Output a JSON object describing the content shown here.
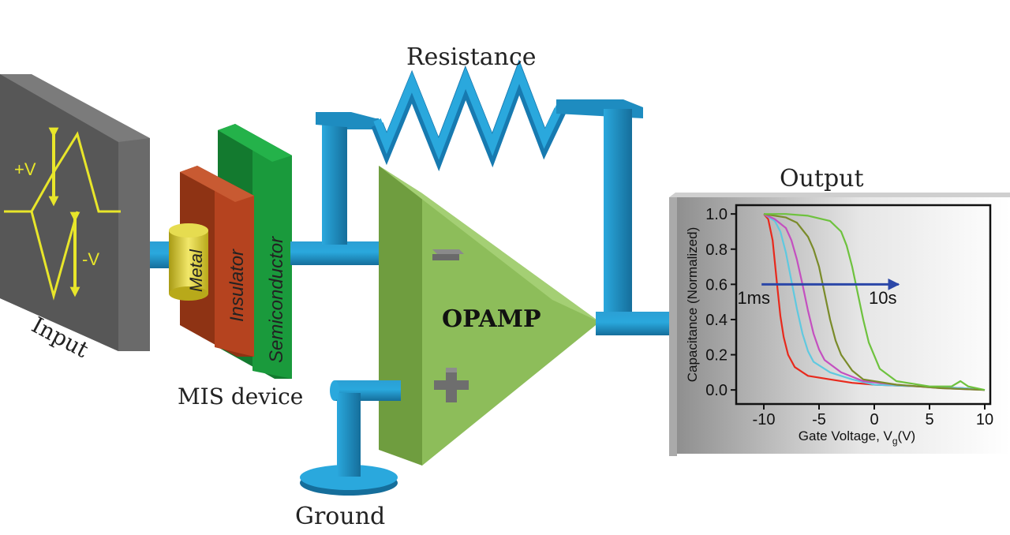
{
  "labels": {
    "resistance": "Resistance",
    "output": "Output",
    "input": "Input",
    "mis_device": "MIS device",
    "ground": "Ground",
    "opamp": "OPAMP",
    "metal": "Metal",
    "insulator": "Insulator",
    "semiconductor": "Semiconductor",
    "plus_v": "+V",
    "minus_v": "-V",
    "minus_sign": "-",
    "plus_sign": "+"
  },
  "colors": {
    "pipe": "#1e9ad1",
    "opamp": "#8dbd5a",
    "insulator": "#b5431f",
    "semiconductor": "#1a9a3c",
    "metal": "#d8cc2a",
    "input_panel": "#555555",
    "signal": "#e8e62a"
  },
  "chart_data": {
    "type": "line",
    "xlabel": "Gate Voltage, V",
    "xlabel_sub": "g",
    "xlabel_suffix": "(V)",
    "ylabel": "Capacitance (Normalized)",
    "xlim": [
      -12.5,
      10.5
    ],
    "ylim": [
      -0.08,
      1.05
    ],
    "xticks": [
      -10,
      -5,
      0,
      5,
      10
    ],
    "yticks": [
      0.0,
      0.2,
      0.4,
      0.6,
      0.8,
      1.0
    ],
    "grid": false,
    "annotations": {
      "start": "1ms",
      "end": "10s"
    },
    "series": [
      {
        "color": "#e8291c",
        "x": [
          -10,
          -9.6,
          -9.2,
          -8.8,
          -8.5,
          -8.2,
          -7.8,
          -7.2,
          -6,
          -4,
          -2,
          0,
          4,
          8,
          10
        ],
        "y": [
          1.0,
          0.97,
          0.85,
          0.6,
          0.42,
          0.3,
          0.2,
          0.13,
          0.08,
          0.06,
          0.04,
          0.03,
          0.02,
          0.01,
          0.0
        ]
      },
      {
        "color": "#5fc9e0",
        "x": [
          -10,
          -9,
          -8.5,
          -8,
          -7.5,
          -7,
          -6.5,
          -6,
          -5.5,
          -4,
          -2,
          0,
          4,
          8,
          10
        ],
        "y": [
          1.0,
          0.96,
          0.9,
          0.78,
          0.62,
          0.46,
          0.32,
          0.22,
          0.16,
          0.1,
          0.06,
          0.03,
          0.02,
          0.01,
          0.0
        ]
      },
      {
        "color": "#c44fc0",
        "x": [
          -10,
          -9,
          -8,
          -7.5,
          -7,
          -6.5,
          -6,
          -5.5,
          -5,
          -4.5,
          -3,
          -1,
          2,
          6,
          10
        ],
        "y": [
          1.0,
          0.97,
          0.92,
          0.85,
          0.74,
          0.6,
          0.45,
          0.32,
          0.23,
          0.17,
          0.1,
          0.05,
          0.03,
          0.01,
          0.0
        ]
      },
      {
        "color": "#7a8b2a",
        "x": [
          -10,
          -8,
          -7,
          -6,
          -5.5,
          -5,
          -4.5,
          -4,
          -3.5,
          -3,
          -2,
          -1,
          2,
          6,
          10
        ],
        "y": [
          1.0,
          0.98,
          0.95,
          0.87,
          0.8,
          0.7,
          0.55,
          0.4,
          0.28,
          0.2,
          0.11,
          0.06,
          0.03,
          0.01,
          0.0
        ]
      },
      {
        "color": "#6ec23e",
        "x": [
          -10,
          -8,
          -6,
          -4,
          -3,
          -2.5,
          -2,
          -1.5,
          -1,
          -0.5,
          0.5,
          2,
          5,
          7,
          7.8,
          8.5,
          10
        ],
        "y": [
          1.0,
          1.0,
          0.99,
          0.96,
          0.9,
          0.82,
          0.7,
          0.55,
          0.4,
          0.27,
          0.12,
          0.05,
          0.02,
          0.02,
          0.05,
          0.02,
          0.0
        ]
      }
    ]
  }
}
